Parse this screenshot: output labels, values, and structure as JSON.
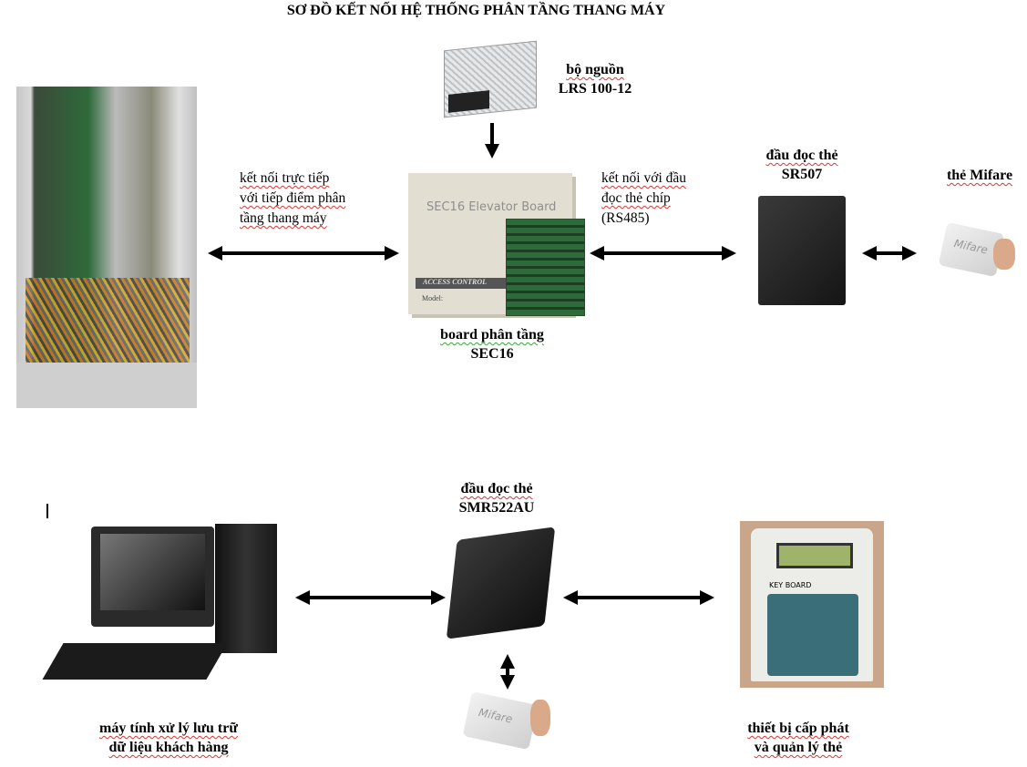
{
  "title": "SƠ ĐỒ KẾT NỐI HỆ THỐNG PHÂN TẦNG THANG MÁY",
  "power_supply": {
    "line1": "bộ nguồn",
    "line2": "LRS 100-12"
  },
  "board": {
    "line1": "board phân tầng",
    "line2": "SEC16",
    "box_text": "SEC16 Elevator Board",
    "stripe_text": "ACCESS CONTROL",
    "model_text": "Model:"
  },
  "left_note": {
    "line1": "kết nối trực tiếp",
    "line2": "với tiếp điểm phân",
    "line3": "tầng thang máy"
  },
  "right_note": {
    "line1": "kết nối với đầu",
    "line2": "đọc thẻ chíp",
    "line3": "(RS485)"
  },
  "reader_sr507": {
    "line1": "đầu đọc thẻ",
    "line2": "SR507"
  },
  "card_top": {
    "label": "thẻ Mifare",
    "card_text": "Mifare"
  },
  "reader_smr522": {
    "line1": "đầu đọc thẻ",
    "line2": "SMR522AU"
  },
  "card_bottom": {
    "card_text": "Mifare"
  },
  "computer": {
    "line1": "máy tính xử lý lưu trữ",
    "line2": "dữ liệu khách hàng"
  },
  "issuer": {
    "line1": "thiết bị cấp phát",
    "line2": "và quản lý thẻ",
    "panel_text": "KEY BOARD"
  }
}
